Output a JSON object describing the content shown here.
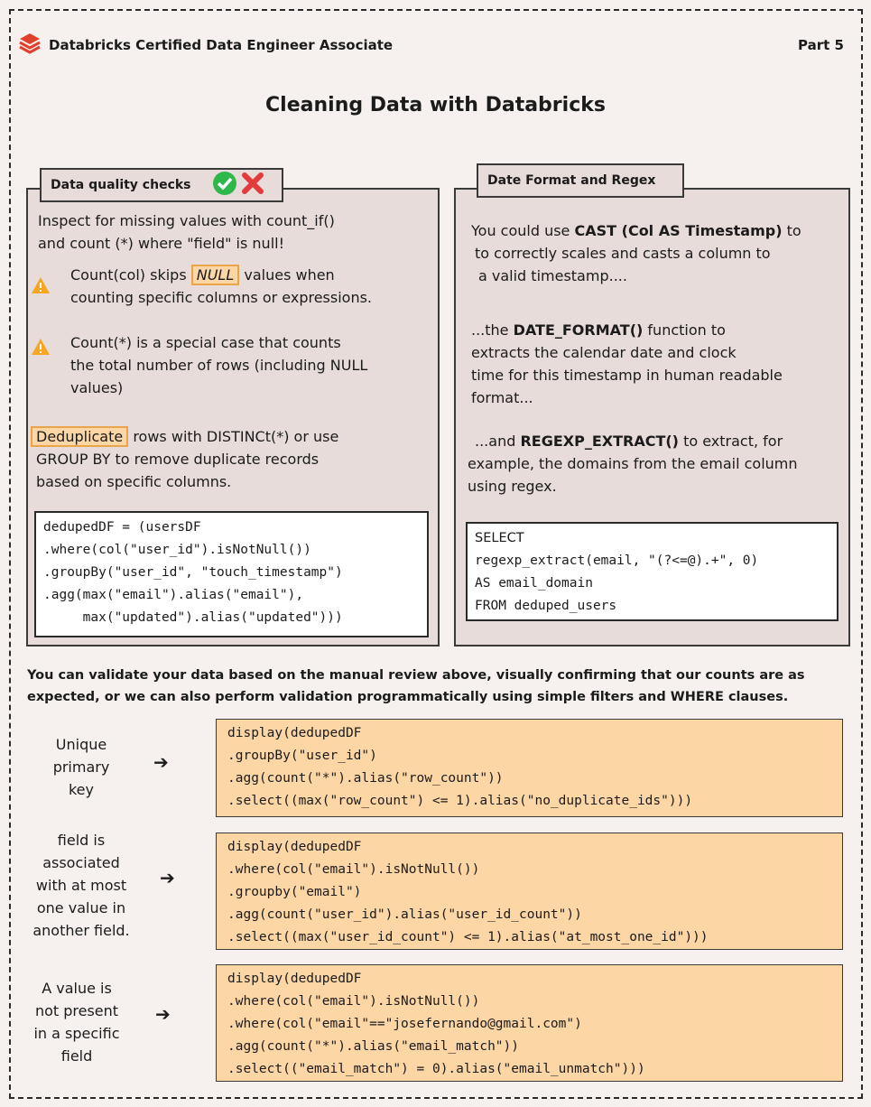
{
  "header": {
    "brand": "Databricks Certified Data Engineer Associate",
    "part": "Part 5"
  },
  "title": "Cleaning Data with Databricks",
  "left_card": {
    "tab": "Data quality checks",
    "intro_1": "Inspect for missing values with count_if()",
    "intro_2": "and count (*) where \"field\" is null!",
    "warn1_a": "Count(col) skips",
    "warn1_hl": "NULL",
    "warn1_b": "values when",
    "warn1_c": "counting specific columns or expressions.",
    "warn2_a": "Count(*) is a special case that counts",
    "warn2_b": "the total number of rows (including NULL",
    "warn2_c": "values)",
    "dedup_hl": "Deduplicate",
    "dedup_a": "rows with DISTINCt(*) or use",
    "dedup_b": "GROUP BY to remove duplicate records",
    "dedup_c": "based on specific columns.",
    "code": [
      "dedupedDF = (usersDF",
      ".where(col(\"user_id\").isNotNull())",
      ".groupBy(\"user_id\", \"touch_timestamp\")",
      ".agg(max(\"email\").alias(\"email\"),",
      "     max(\"updated\").alias(\"updated\")))"
    ]
  },
  "right_card": {
    "tab": "Date Format and Regex",
    "p1_a": "You could use",
    "p1_bold": "CAST (Col AS Timestamp)",
    "p1_b": "to",
    "p1_c": "to correctly scales and casts a column to",
    "p1_d": "a valid timestamp....",
    "p2_a": "...the",
    "p2_bold": "DATE_FORMAT()",
    "p2_b": "function to",
    "p2_c": "extracts the calendar date and clock",
    "p2_d": "time for this timestamp in human readable",
    "p2_e": "format...",
    "p3_a": "...and",
    "p3_bold": "REGEXP_EXTRACT()",
    "p3_b": "to extract, for",
    "p3_c": "example, the domains from the email column",
    "p3_d": "using regex.",
    "code": [
      "SELECT",
      "regexp_extract(email, \"(?<=@).+\", 0)",
      "AS email_domain",
      "FROM deduped_users"
    ]
  },
  "summary_1": "You can validate your data based on the manual review above, visually confirming that our counts are as",
  "summary_2": "expected, or we can also perform validation programmatically using simple filters and WHERE clauses.",
  "checks": [
    {
      "label": [
        "Unique",
        "primary",
        "key"
      ],
      "code": [
        "display(dedupedDF",
        ".groupBy(\"user_id\")",
        ".agg(count(\"*\").alias(\"row_count\"))",
        ".select((max(\"row_count\") <= 1).alias(\"no_duplicate_ids\")))"
      ]
    },
    {
      "label": [
        "field is",
        "associated",
        "with at most",
        "one value in",
        "another field."
      ],
      "code": [
        "display(dedupedDF",
        ".where(col(\"email\").isNotNull())",
        ".groupby(\"email\")",
        ".agg(count(\"user_id\").alias(\"user_id_count\"))",
        ".select((max(\"user_id_count\") <= 1).alias(\"at_most_one_id\")))"
      ]
    },
    {
      "label": [
        "A value is",
        "not present",
        "in a specific",
        "field"
      ],
      "code": [
        "display(dedupedDF",
        ".where(col(\"email\").isNotNull())",
        ".where(col(\"email\"==\"josefernando@gmail.com\")",
        ".agg(count(\"*\").alias(\"email_match\"))",
        ".select((\"email_match\") = 0).alias(\"email_unmatch\")))"
      ]
    }
  ],
  "arrow": "➔",
  "colors": {
    "highlight": "#fdd6a6",
    "card": "#e7dcd9",
    "brand_red": "#e0412f",
    "check_green": "#2fb84a",
    "cross_red": "#e23b3b",
    "warn_orange": "#f5a623"
  }
}
